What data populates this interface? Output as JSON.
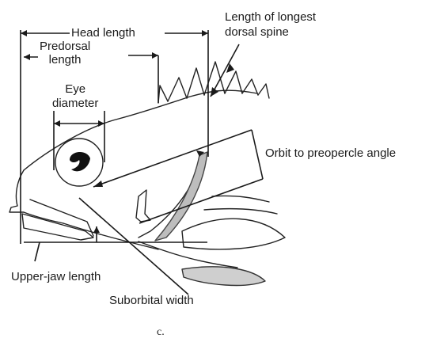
{
  "labels": {
    "head_length": "Head length",
    "predorsal_length": "Predorsal\nlength",
    "eye_diameter": "Eye\ndiameter",
    "longest_dorsal_spine": "Length of longest\ndorsal spine",
    "orbit_to_preopercle_angle": "Orbit to preopercle angle",
    "upper_jaw_length": "Upper-jaw length",
    "suborbital_width": "Suborbital width"
  },
  "caption": "c."
}
